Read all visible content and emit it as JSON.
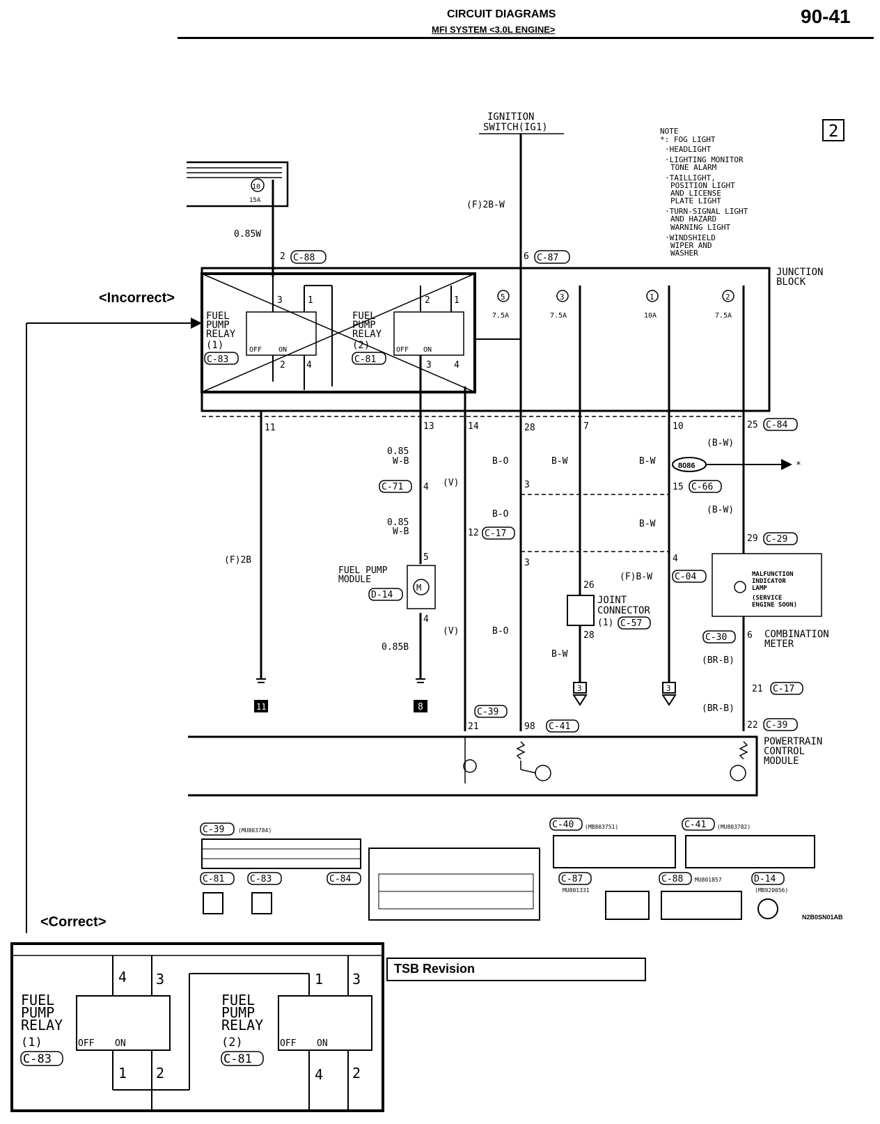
{
  "header": {
    "title": "CIRCUIT DIAGRAMS",
    "subtitle": "MFI SYSTEM <3.0L ENGINE>",
    "page_number": "90-41"
  },
  "sheet_number": "2",
  "note": {
    "title": "NOTE",
    "lines": [
      "*: FOG LIGHT",
      "·HEADLIGHT",
      "·LIGHTING MONITOR",
      "TONE ALARM",
      "·TAILLIGHT,",
      "POSITION LIGHT",
      "AND LICENSE",
      "PLATE LIGHT",
      "·TURN-SIGNAL LIGHT",
      "AND HAZARD",
      "WARNING LIGHT",
      "·WINDSHIELD",
      "WIPER AND",
      "WASHER"
    ]
  },
  "labels": {
    "incorrect": "<Incorrect>",
    "correct": "<Correct>",
    "tsb_revision": "TSB Revision",
    "ignition_1": "IGNITION",
    "ignition_2": "SWITCH(IG1)",
    "junction_1": "JUNCTION",
    "junction_2": "BLOCK",
    "pcm_1": "POWERTRAIN",
    "pcm_2": "CONTROL",
    "pcm_3": "MODULE",
    "combo_1": "COMBINATION",
    "combo_2": "METER",
    "joint_1": "JOINT",
    "joint_2": "CONNECTOR",
    "joint_3": "(1)",
    "pump_1": "FUEL PUMP",
    "pump_2": "MODULE",
    "mil_1": "MALFUNCTION",
    "mil_2": "INDICATOR",
    "mil_3": "LAMP",
    "mil_4": "(SERVICE",
    "mil_5": "ENGINE SOON)",
    "relay_1": "FUEL",
    "relay_2": "PUMP",
    "relay_3": "RELAY",
    "relay1_num": "(1)",
    "relay2_num": "(2)",
    "off": "OFF",
    "on": "ON",
    "fuse_10": "10",
    "fuse_15a": "15A",
    "fuse_75a": "7.5A",
    "fuse_10a": "10A",
    "code_8086": "8086",
    "star": "*",
    "part_code": "N2B0SN01AB"
  },
  "wires": {
    "w085w": "0.85W",
    "f2bw": "(F)2B-W",
    "f2b": "(F)2B",
    "w085_wb": "0.85",
    "wb": "W-B",
    "v": "(V)",
    "bo": "B-O",
    "bw": "B-W",
    "bw_paren": "(B-W)",
    "brb": "(BR-B)",
    "fbw": "(F)B-W",
    "w085b": "0.85B"
  },
  "pins": {
    "p2": "2",
    "p6": "6",
    "p3": "3",
    "p1": "1",
    "p4": "4",
    "p11": "11",
    "p13": "13",
    "p14": "14",
    "p28": "28",
    "p7": "7",
    "p10": "10",
    "p25": "25",
    "p15": "15",
    "p12": "12",
    "p5": "5",
    "p26": "26",
    "p29": "29",
    "p21": "21",
    "p22": "22",
    "p98": "98",
    "f5": "5",
    "f3": "3",
    "f1": "1",
    "f2": "2"
  },
  "connectors": {
    "c88": "C-88",
    "c87": "C-87",
    "c83": "C-83",
    "c81": "C-81",
    "c84": "C-84",
    "c71": "C-71",
    "c17": "C-17",
    "c66": "C-66",
    "c29": "C-29",
    "c04": "C-04",
    "c14": "D-14",
    "c57": "C-57",
    "c30": "C-30",
    "c39": "C-39",
    "c41": "C-41",
    "c40": "C-40"
  },
  "grounds": {
    "g11": "11",
    "g8": "8",
    "g3a": "3",
    "g3b": "3"
  },
  "parts": {
    "c39_pn": "(MU803784)",
    "c40_pn": "(MB803751)",
    "c41_pn": "(MU803782)",
    "c87_pn": "MU801331",
    "c88_pn": "MU801857",
    "d14_pn": "(MB920056)"
  }
}
